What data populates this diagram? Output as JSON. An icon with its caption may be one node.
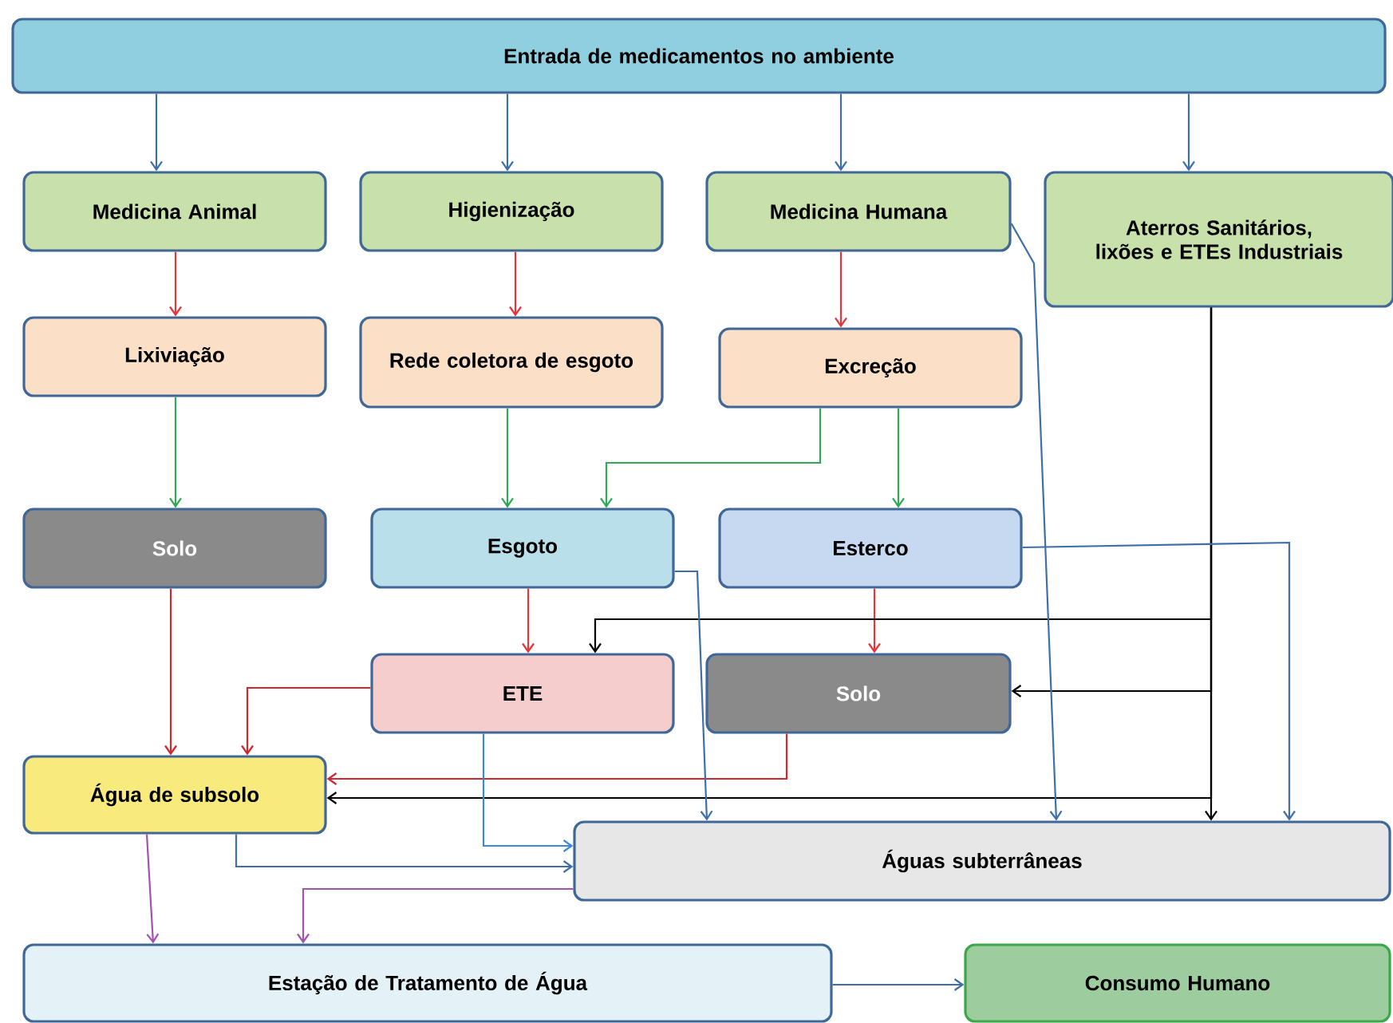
{
  "diagram": {
    "nodes": [
      {
        "text": [
          "Entrada de medicamentos no ambiente"
        ]
      },
      {
        "text": [
          "Medicina Animal"
        ]
      },
      {
        "text": [
          "Higienização"
        ]
      },
      {
        "text": [
          "Medicina Humana"
        ]
      },
      {
        "text": [
          "Aterros Sanitários, lixões e ETEs Industriais"
        ]
      },
      {
        "text": [
          "Lixiviação"
        ]
      },
      {
        "text": [
          "Rede coletora de esgoto"
        ]
      },
      {
        "text": [
          "Excreção"
        ]
      },
      {
        "text": [
          "Solo"
        ]
      },
      {
        "text": [
          "Esgoto"
        ]
      },
      {
        "text": [
          "Esterco"
        ]
      },
      {
        "text": [
          "ETE"
        ]
      },
      {
        "text": [
          "Solo"
        ]
      },
      {
        "text": [
          "Água de subsolo"
        ]
      },
      {
        "text": [
          "Águas subterrâneas"
        ]
      },
      {
        "text": [
          "Estação de Tratamento de Água"
        ]
      },
      {
        "text": [
          "Consumo Humano"
        ]
      }
    ],
    "edges": [
      {
        "from": 0,
        "to": 1,
        "arrow": "to"
      },
      {
        "from": 0,
        "to": 2,
        "arrow": "to"
      },
      {
        "from": 0,
        "to": 3,
        "arrow": "to"
      },
      {
        "from": 0,
        "to": 4,
        "arrow": "to"
      },
      {
        "from": 1,
        "to": 5,
        "arrow": "to",
        "color": "#e8343a"
      },
      {
        "from": 2,
        "to": 6,
        "arrow": "to",
        "color": "#e8343a"
      },
      {
        "from": 3,
        "to": 7,
        "arrow": "to",
        "color": "#e8343a"
      },
      {
        "from": 5,
        "to": 8,
        "arrow": "to",
        "color": "#2eaa55"
      },
      {
        "from": 6,
        "to": 9,
        "arrow": "to",
        "color": "#2eaa55"
      },
      {
        "from": 7,
        "to": 9,
        "arrow": "to",
        "color": "#2eaa55"
      },
      {
        "from": 7,
        "to": 10,
        "arrow": "to",
        "color": "#2eaa55"
      },
      {
        "from": 8,
        "to": 13,
        "arrow": "to",
        "color": "#d0282e"
      },
      {
        "from": 9,
        "to": 11,
        "arrow": "to",
        "color": "#e8343a"
      },
      {
        "from": 10,
        "to": 12,
        "arrow": "to",
        "color": "#e8343a"
      },
      {
        "from": 11,
        "to": 13,
        "arrow": "to",
        "color": "#d0282e"
      },
      {
        "from": 12,
        "to": 13,
        "arrow": "to",
        "color": "#d0282e"
      },
      {
        "from": 4,
        "to": 11,
        "arrow": "to",
        "color": "#000000"
      },
      {
        "from": 4,
        "to": 12,
        "arrow": "to",
        "color": "#000000"
      },
      {
        "from": 4,
        "to": 13,
        "arrow": "to",
        "color": "#000000"
      },
      {
        "from": 4,
        "to": 14,
        "arrow": "to",
        "color": "#000000"
      },
      {
        "from": 3,
        "to": 14,
        "arrow": "to"
      },
      {
        "from": 9,
        "to": 14,
        "arrow": "to"
      },
      {
        "from": 10,
        "to": 14,
        "arrow": "to"
      },
      {
        "from": 11,
        "to": 14,
        "arrow": "to",
        "color": "#3a8ad6"
      },
      {
        "from": 13,
        "to": 14,
        "arrow": "to"
      },
      {
        "from": 13,
        "to": 15,
        "arrow": "to",
        "color": "#a352b0"
      },
      {
        "from": 14,
        "to": 15,
        "arrow": "to",
        "color": "#a352b0"
      },
      {
        "from": 15,
        "to": 16,
        "arrow": "to"
      }
    ]
  }
}
